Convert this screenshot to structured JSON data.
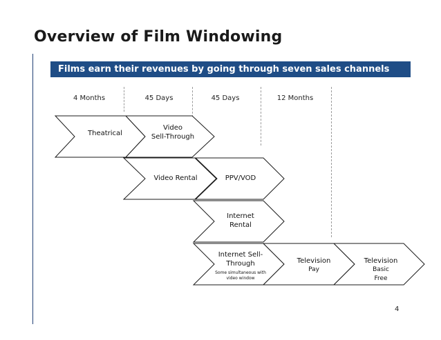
{
  "slide": {
    "title": "Overview of Film Windowing",
    "subtitle": "Films earn their revenues by going through seven sales channels",
    "page_number": "4",
    "accent_color": "#1f4d86"
  },
  "periods": [
    "4 Months",
    "45 Days",
    "45 Days",
    "12 Months"
  ],
  "channels": {
    "theatrical": "Theatrical",
    "video_sell_through": [
      "Video",
      "Sell-Through"
    ],
    "video_rental": "Video Rental",
    "ppv_vod": "PPV/VOD",
    "internet_rental": [
      "Internet",
      "Rental"
    ],
    "internet_sell_through": [
      "Internet Sell-",
      "Through"
    ],
    "internet_sell_through_note": [
      "Some simultaneous with",
      "video window"
    ],
    "television_pay": [
      "Television",
      "Pay"
    ],
    "television_basic_free": [
      "Television",
      "Basic",
      "Free"
    ]
  }
}
